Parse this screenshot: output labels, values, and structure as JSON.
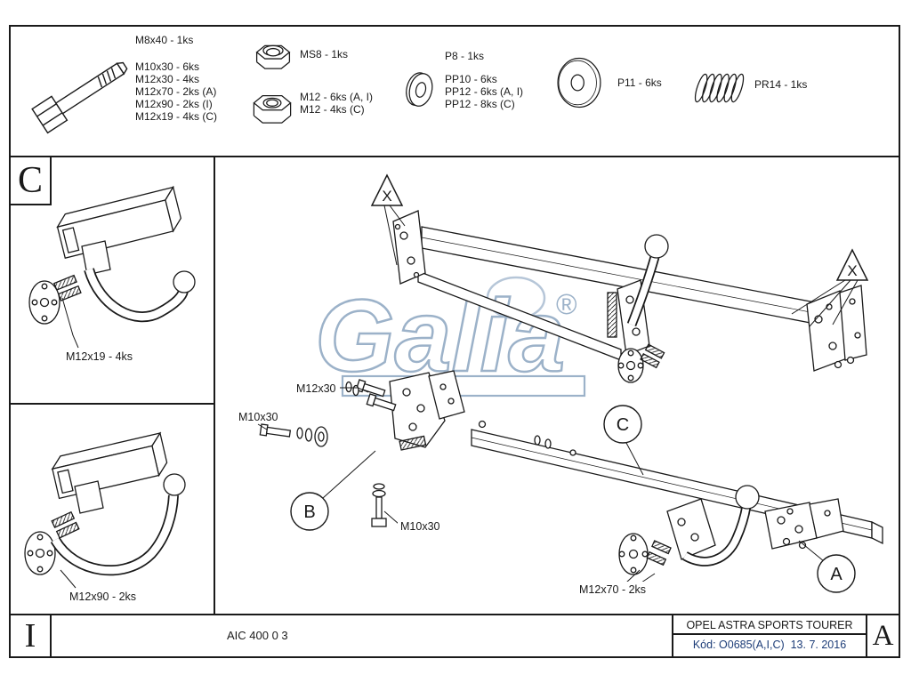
{
  "colors": {
    "line": "#1a1a1a",
    "watermark": "#9cb2c9",
    "code_text": "#1d3d78"
  },
  "watermark": {
    "brand": "Galia",
    "registered": "®"
  },
  "parts_strip": {
    "bolt_labels": [
      "M8x40 - 1ks",
      "M10x30 - 6ks",
      "M12x30 - 4ks",
      "M12x70 - 2ks (A)",
      "M12x90 - 2ks (I)",
      "M12x19 - 4ks (C)"
    ],
    "locknut_label": "MS8 - 1ks",
    "nut_labels": [
      "M12 - 6ks (A, I)",
      "M12 - 4ks (C)"
    ],
    "washer_p8_label": "P8 - 1ks",
    "washer_pp_labels": [
      "PP10 - 6ks",
      "PP12 - 6ks (A, I)",
      "PP12 - 8ks (C)"
    ],
    "washer_p11_label": "P11 - 6ks",
    "spring_label": "PR14 - 1ks"
  },
  "section_c": {
    "corner_label": "C",
    "callout": "M12x19 - 4ks"
  },
  "section_i": {
    "corner_label": "I",
    "callout": "M12x90 - 2ks"
  },
  "main_diagram": {
    "warning_mark": "X",
    "balloons": {
      "a": "A",
      "b": "B",
      "c": "C"
    },
    "callouts": {
      "m12x30": "M12x30",
      "m10x30_left": "M10x30",
      "m10x30_bottom": "M10x30",
      "m12x70": "M12x70 - 2ks"
    }
  },
  "footer": {
    "doc_number": "AIC 400 0 3",
    "vehicle": "OPEL ASTRA SPORTS TOURER",
    "code_line": "Kód: O0685(A,I,C)  13. 7. 2016",
    "revision": "A"
  }
}
